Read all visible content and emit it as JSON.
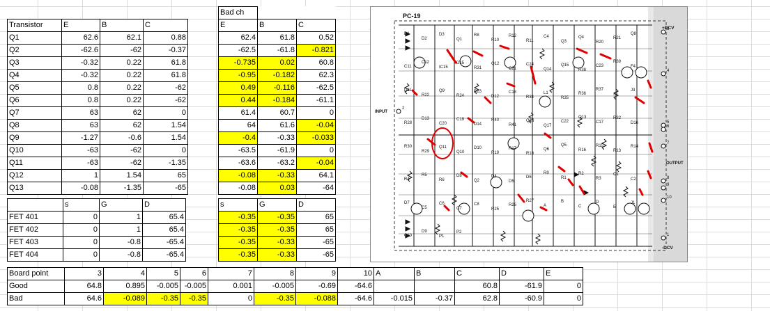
{
  "transistor_table": {
    "headers": [
      "Transistor",
      "E",
      "B",
      "C"
    ],
    "rows": [
      [
        "Q1",
        "62.6",
        "62.1",
        "0.88"
      ],
      [
        "Q2",
        "-62.6",
        "-62",
        "-0.37"
      ],
      [
        "Q3",
        "-0.32",
        "0.22",
        "61.8"
      ],
      [
        "Q4",
        "-0.32",
        "0.22",
        "61.8"
      ],
      [
        "Q5",
        "0.8",
        "0.22",
        "-62"
      ],
      [
        "Q6",
        "0.8",
        "0.22",
        "-62"
      ],
      [
        "Q7",
        "63",
        "62",
        "0"
      ],
      [
        "Q8",
        "63",
        "62",
        "1.54"
      ],
      [
        "Q9",
        "-1.27",
        "-0.6",
        "1.54"
      ],
      [
        "Q10",
        "-63",
        "-62",
        "0"
      ],
      [
        "Q11",
        "-63",
        "-62",
        "-1.35"
      ],
      [
        "Q12",
        "1",
        "1.54",
        "65"
      ],
      [
        "Q13",
        "-0.08",
        "-1.35",
        "-65"
      ]
    ]
  },
  "bad_ch_table": {
    "title": "Bad ch",
    "headers": [
      "E",
      "B",
      "C"
    ],
    "rows": [
      [
        {
          "v": "62.4",
          "h": false
        },
        {
          "v": "61.8",
          "h": false
        },
        {
          "v": "0.52",
          "h": false
        }
      ],
      [
        {
          "v": "-62.5",
          "h": false
        },
        {
          "v": "-61.8",
          "h": false
        },
        {
          "v": "-0.821",
          "h": true
        }
      ],
      [
        {
          "v": "-0.735",
          "h": true
        },
        {
          "v": "0.02",
          "h": true
        },
        {
          "v": "60.8",
          "h": false
        }
      ],
      [
        {
          "v": "-0.95",
          "h": true
        },
        {
          "v": "-0.182",
          "h": true
        },
        {
          "v": "62.3",
          "h": false
        }
      ],
      [
        {
          "v": "0.49",
          "h": true
        },
        {
          "v": "-0.116",
          "h": true
        },
        {
          "v": "-62.5",
          "h": false
        }
      ],
      [
        {
          "v": "0.44",
          "h": true
        },
        {
          "v": "-0.184",
          "h": true
        },
        {
          "v": "-61.1",
          "h": false
        }
      ],
      [
        {
          "v": "61.4",
          "h": false
        },
        {
          "v": "60.7",
          "h": false
        },
        {
          "v": "0",
          "h": false
        }
      ],
      [
        {
          "v": "64",
          "h": false
        },
        {
          "v": "61.6",
          "h": false
        },
        {
          "v": "-0.04",
          "h": true
        }
      ],
      [
        {
          "v": "-0.4",
          "h": true
        },
        {
          "v": "-0.33",
          "h": false
        },
        {
          "v": "-0.033",
          "h": true
        }
      ],
      [
        {
          "v": "-63.5",
          "h": false
        },
        {
          "v": "-61.9",
          "h": false
        },
        {
          "v": "0",
          "h": false
        }
      ],
      [
        {
          "v": "-63.6",
          "h": false
        },
        {
          "v": "-63.2",
          "h": false
        },
        {
          "v": "-0.04",
          "h": true
        }
      ],
      [
        {
          "v": "-0.08",
          "h": true
        },
        {
          "v": "-0.33",
          "h": true
        },
        {
          "v": "64.1",
          "h": false
        }
      ],
      [
        {
          "v": "-0.08",
          "h": false
        },
        {
          "v": "0.03",
          "h": true
        },
        {
          "v": "-64",
          "h": false
        }
      ]
    ]
  },
  "fet_table": {
    "headers": [
      "",
      "s",
      "G",
      "D"
    ],
    "rows": [
      [
        "FET 401",
        "0",
        "1",
        "65.4"
      ],
      [
        "FET 402",
        "0",
        "1",
        "65.4"
      ],
      [
        "FET 403",
        "0",
        "-0.8",
        "-65.4"
      ],
      [
        "FET 404",
        "0",
        "-0.8",
        "-65.4"
      ]
    ]
  },
  "fet_bad_table": {
    "headers": [
      "s",
      "G",
      "D"
    ],
    "rows": [
      [
        {
          "v": "-0.35",
          "h": true
        },
        {
          "v": "-0.35",
          "h": true
        },
        {
          "v": "65",
          "h": false
        }
      ],
      [
        {
          "v": "-0.35",
          "h": true
        },
        {
          "v": "-0.35",
          "h": true
        },
        {
          "v": "65",
          "h": false
        }
      ],
      [
        {
          "v": "-0.35",
          "h": true
        },
        {
          "v": "-0.33",
          "h": true
        },
        {
          "v": "-65",
          "h": false
        }
      ],
      [
        {
          "v": "-0.35",
          "h": true
        },
        {
          "v": "-0.33",
          "h": true
        },
        {
          "v": "-65",
          "h": false
        }
      ]
    ]
  },
  "board_table": {
    "headers": [
      {
        "v": "Board point",
        "a": "l"
      },
      {
        "v": "3",
        "a": "r"
      },
      {
        "v": "4",
        "a": "r"
      },
      {
        "v": "5",
        "a": "r"
      },
      {
        "v": "6",
        "a": "r"
      },
      {
        "v": "7",
        "a": "r"
      },
      {
        "v": "8",
        "a": "r"
      },
      {
        "v": "9",
        "a": "r"
      },
      {
        "v": "10",
        "a": "r"
      },
      {
        "v": "A",
        "a": "l"
      },
      {
        "v": "B",
        "a": "l"
      },
      {
        "v": "C",
        "a": "l"
      },
      {
        "v": "D",
        "a": "l"
      },
      {
        "v": "E",
        "a": "l"
      }
    ],
    "rows": [
      [
        {
          "v": "Good",
          "a": "l",
          "h": false
        },
        {
          "v": "64.8",
          "a": "r",
          "h": false
        },
        {
          "v": "0.895",
          "a": "r",
          "h": false
        },
        {
          "v": "-0.005",
          "a": "r",
          "h": false
        },
        {
          "v": "-0.005",
          "a": "r",
          "h": false
        },
        {
          "v": "0.001",
          "a": "r",
          "h": false
        },
        {
          "v": "-0.005",
          "a": "r",
          "h": false
        },
        {
          "v": "-0.69",
          "a": "r",
          "h": false
        },
        {
          "v": "-64.6",
          "a": "r",
          "h": false
        },
        {
          "v": "",
          "a": "r",
          "h": false
        },
        {
          "v": "",
          "a": "r",
          "h": false
        },
        {
          "v": "60.8",
          "a": "r",
          "h": false
        },
        {
          "v": "-61.9",
          "a": "r",
          "h": false
        },
        {
          "v": "0",
          "a": "r",
          "h": false
        }
      ],
      [
        {
          "v": "Bad",
          "a": "l",
          "h": false
        },
        {
          "v": "64.6",
          "a": "r",
          "h": false
        },
        {
          "v": "-0.089",
          "a": "r",
          "h": true
        },
        {
          "v": "-0.35",
          "a": "r",
          "h": true
        },
        {
          "v": "-0.35",
          "a": "r",
          "h": true
        },
        {
          "v": "0",
          "a": "r",
          "h": false
        },
        {
          "v": "-0.35",
          "a": "r",
          "h": true
        },
        {
          "v": "-0.088",
          "a": "r",
          "h": true
        },
        {
          "v": "-64.6",
          "a": "r",
          "h": false
        },
        {
          "v": "-0.015",
          "a": "r",
          "h": false
        },
        {
          "v": "-0.37",
          "a": "r",
          "h": false
        },
        {
          "v": "62.8",
          "a": "r",
          "h": false
        },
        {
          "v": "-60.9",
          "a": "r",
          "h": false
        },
        {
          "v": "0",
          "a": "r",
          "h": false
        }
      ]
    ]
  },
  "schematic": {
    "title": "PC-19",
    "plus_dcv": "+DCV",
    "minus_dcv": "-DCV",
    "input": "INPUT",
    "output": "OUTPUT",
    "labels": [
      "D1",
      "D2",
      "D3",
      "Q1",
      "R8",
      "R10",
      "R12",
      "R11",
      "C4",
      "Q3",
      "Q4",
      "R20",
      "R21",
      "Q8",
      "C11",
      "C12",
      "IC15",
      "D15",
      "R31",
      "Q12",
      "C21",
      "C24",
      "Q14",
      "Q15",
      "R38",
      "C23",
      "R39",
      "F4",
      "D11",
      "R22",
      "Q9",
      "R24",
      "R23",
      "D12",
      "C18",
      "R34",
      "L1",
      "R35",
      "R36",
      "R37",
      "J2",
      "J3",
      "R28",
      "D13",
      "C20",
      "C19",
      "D14",
      "R40",
      "R41",
      "Q16",
      "Q17",
      "C22",
      "Q13",
      "C17",
      "R32",
      "D16",
      "R30",
      "R29",
      "Q11",
      "Q10",
      "D10",
      "R19",
      "R17",
      "R18",
      "Q6",
      "Q5",
      "R16",
      "R15",
      "R13",
      "R14",
      "R4",
      "R5",
      "R6",
      "D8",
      "Q2",
      "D4",
      "D5",
      "D6",
      "R9",
      "R1",
      "R2",
      "R3",
      "C1",
      "C2",
      "D7",
      "C5",
      "C6",
      "C7",
      "C8",
      "R25",
      "R26",
      "R27",
      "A",
      "B",
      "C",
      "D",
      "E",
      "J1",
      "C10",
      "D9",
      "P1",
      "P2"
    ],
    "terminals": [
      "1",
      "2",
      "3",
      "4",
      "5",
      "6",
      "7",
      "8",
      "9",
      "10"
    ]
  }
}
